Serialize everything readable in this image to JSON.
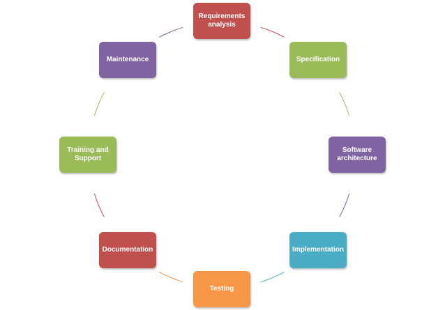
{
  "diagram": {
    "nodes": [
      {
        "id": "req",
        "label": "Requirements\nanalysis",
        "color": "#C0504D"
      },
      {
        "id": "spec",
        "label": "Specification",
        "color": "#9BBB59"
      },
      {
        "id": "arch",
        "label": "Software\narchitecture",
        "color": "#8064A2"
      },
      {
        "id": "impl",
        "label": "Implementation",
        "color": "#4BACC6"
      },
      {
        "id": "test",
        "label": "Testing",
        "color": "#F79646"
      },
      {
        "id": "doc",
        "label": "Documentation",
        "color": "#C0504D"
      },
      {
        "id": "train",
        "label": "Training and\nSupport",
        "color": "#9BBB59"
      },
      {
        "id": "maint",
        "label": "Maintenance",
        "color": "#8064A2"
      }
    ],
    "edges": [
      {
        "from": "req",
        "to": "spec",
        "color": "#C0504D"
      },
      {
        "from": "spec",
        "to": "arch",
        "color": "#9BBB59"
      },
      {
        "from": "arch",
        "to": "impl",
        "color": "#8064A2"
      },
      {
        "from": "impl",
        "to": "test",
        "color": "#4BACC6"
      },
      {
        "from": "test",
        "to": "doc",
        "color": "#F79646"
      },
      {
        "from": "doc",
        "to": "train",
        "color": "#C0504D"
      },
      {
        "from": "train",
        "to": "maint",
        "color": "#9BBB59"
      },
      {
        "from": "maint",
        "to": "req",
        "color": "#8064A2"
      }
    ]
  }
}
